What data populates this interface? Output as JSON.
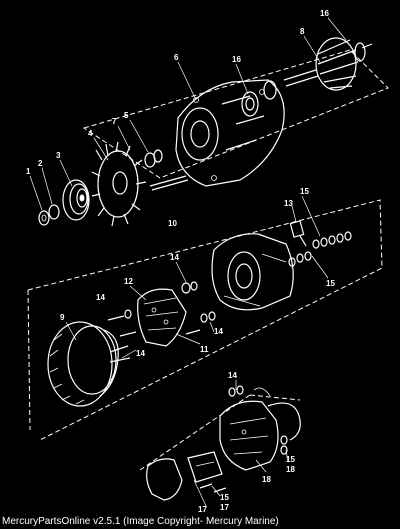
{
  "callouts": {
    "c1": "1",
    "c2": "2",
    "c3": "3",
    "c4": "4",
    "c5": "5",
    "c6": "6",
    "c7": "7",
    "c8": "8",
    "c9": "9",
    "c10": "10",
    "c11": "11",
    "c12": "12",
    "c13": "13",
    "c14a": "14",
    "c14b": "14",
    "c14c": "14",
    "c14d": "14",
    "c14e": "14",
    "c15a": "15",
    "c15b": "15",
    "c15c": "15",
    "c15d": "15",
    "c16a": "16",
    "c16b": "16",
    "c17a": "17",
    "c17b": "17",
    "c18a": "18",
    "c18b": "18"
  },
  "footer": {
    "text": "MercuryPartsOnline v2.5.1 (Image Copyright- Mercury Marine)"
  },
  "colors": {
    "background": "#000000",
    "line": "#ffffff"
  }
}
